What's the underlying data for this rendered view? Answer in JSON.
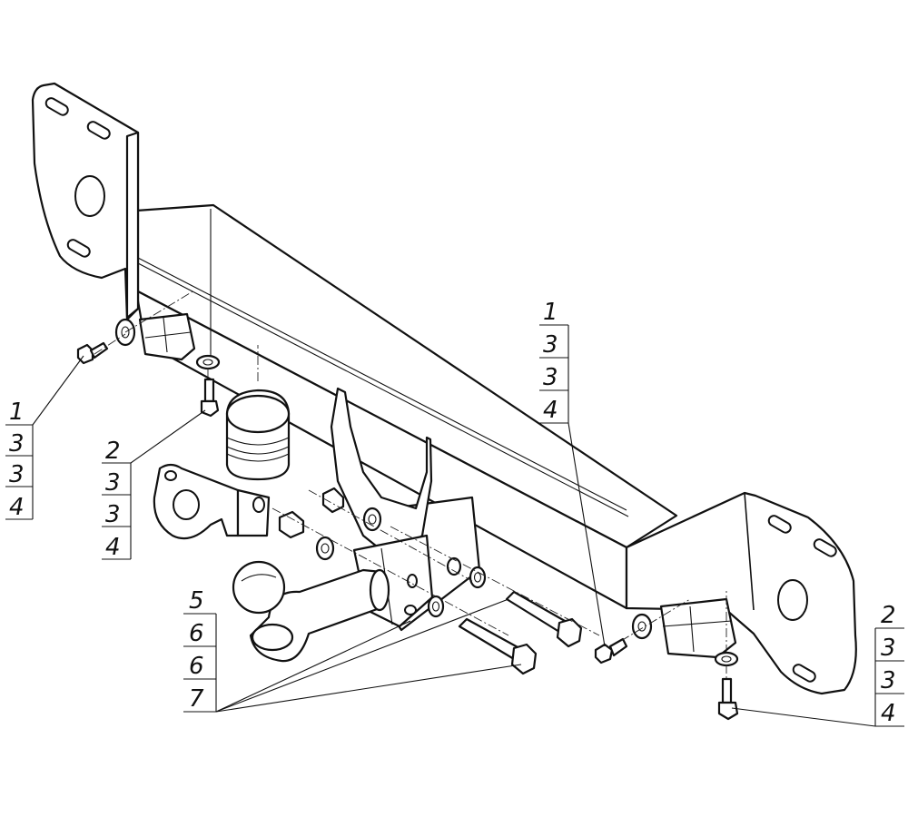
{
  "callouts": {
    "left_bolt": [
      "1",
      "3",
      "3",
      "4"
    ],
    "left_vertical_bolt": [
      "2",
      "3",
      "3",
      "4"
    ],
    "center_right_bolt": [
      "1",
      "3",
      "3",
      "4"
    ],
    "right_vertical_bolt": [
      "2",
      "3",
      "3",
      "4"
    ],
    "tow_ball_group": [
      "5",
      "6",
      "6",
      "7"
    ]
  }
}
